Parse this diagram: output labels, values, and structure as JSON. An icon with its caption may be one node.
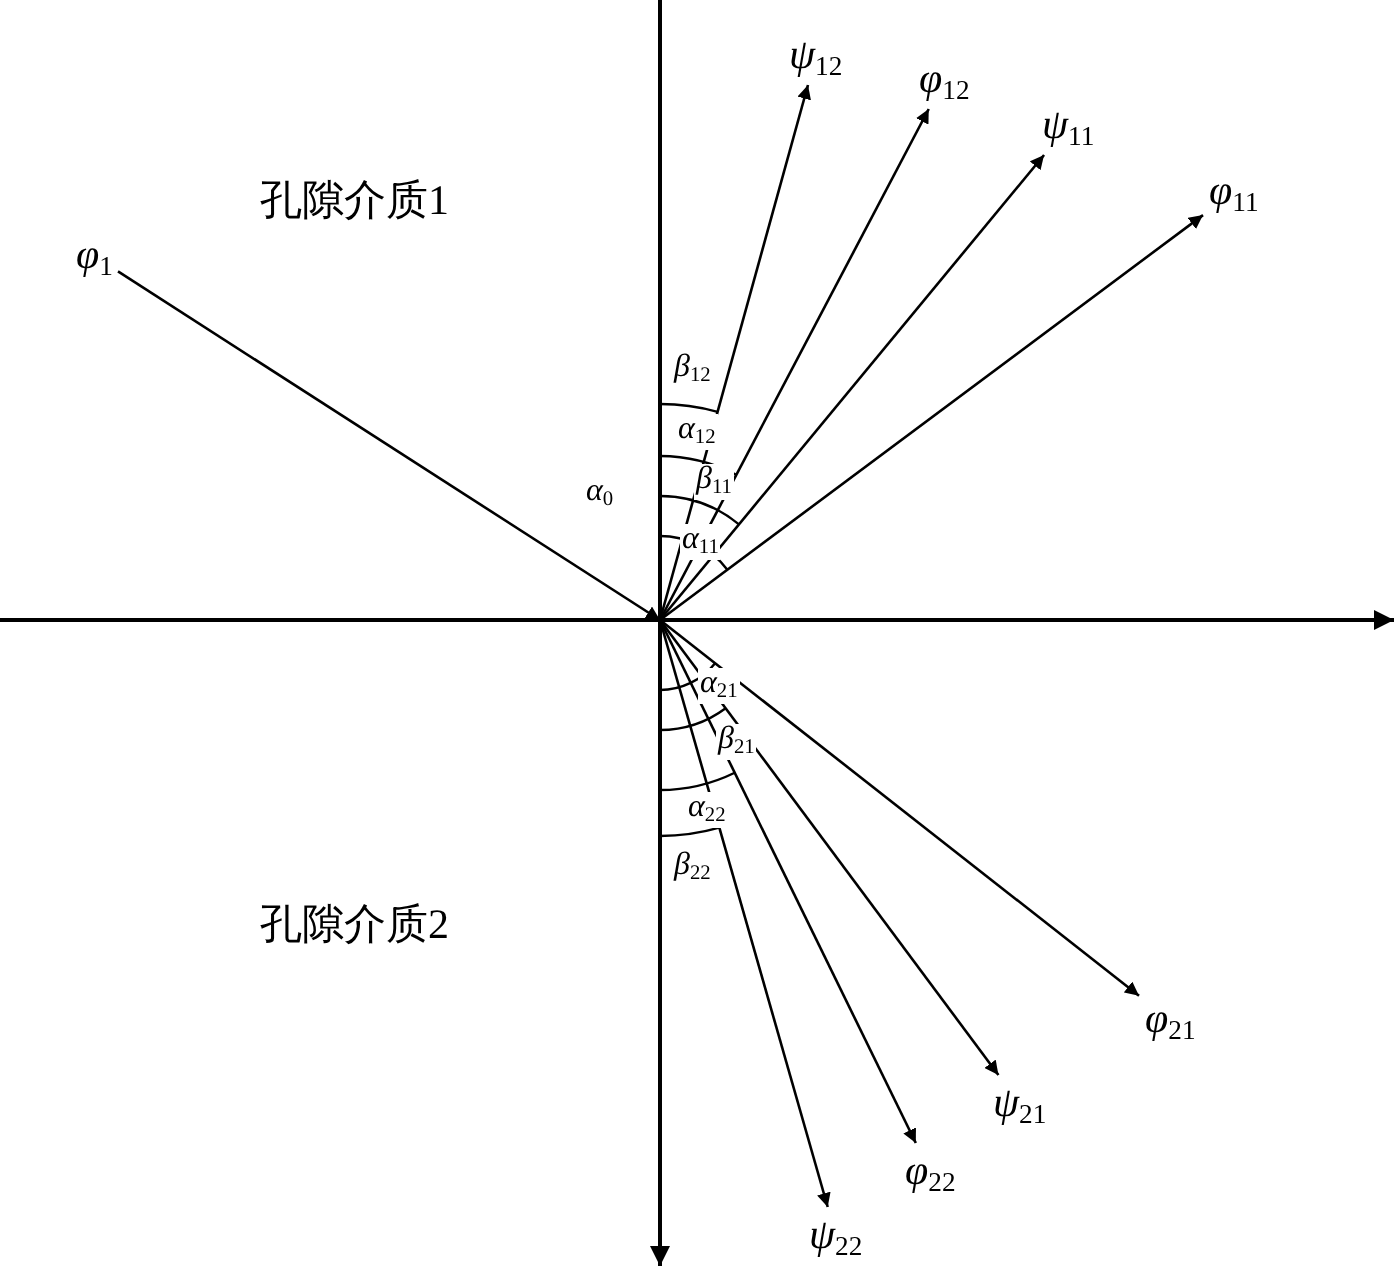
{
  "diagram": {
    "nodes": [
      {
        "text": [
          "*ψ*$_{12}$"
        ]
      },
      {
        "text": [
          "*φ*$_{12}$"
        ]
      },
      {
        "text": [
          "*ψ*$_{11}$"
        ]
      },
      {
        "text": [
          "*φ*$_{11}$"
        ]
      },
      {
        "text": [
          "*φ*$_{1}$"
        ]
      },
      {
        "text": [
          "*φ*$_{21}$"
        ]
      },
      {
        "text": [
          "*ψ*$_{21}$"
        ]
      },
      {
        "text": [
          "*φ*$_{22}$"
        ]
      },
      {
        "text": [
          "*ψ*$_{22}$"
        ]
      }
    ],
    "edges": [
      {
        "from": 4,
        "to": null,
        "arrow": "to"
      },
      {
        "from": null,
        "to": 0,
        "arrow": "to"
      },
      {
        "from": null,
        "to": 1,
        "arrow": "to"
      },
      {
        "from": null,
        "to": 2,
        "arrow": "to"
      },
      {
        "from": null,
        "to": 3,
        "arrow": "to"
      },
      {
        "from": null,
        "to": 5,
        "arrow": "to"
      },
      {
        "from": null,
        "to": 6,
        "arrow": "to"
      },
      {
        "from": null,
        "to": 7,
        "arrow": "to"
      },
      {
        "from": null,
        "to": 8,
        "arrow": "to"
      }
    ],
    "labels": [
      "孔隙介质1",
      "*β*$_{12}$",
      "*α*$_{12}$",
      "*α*$_{0}$",
      "*β*$_{11}$",
      "*α*$_{11}$",
      "*α*$_{21}$",
      "*β*$_{21}$",
      "*α*$_{22}$",
      "*β*$_{22}$",
      "孔隙介质2"
    ]
  }
}
